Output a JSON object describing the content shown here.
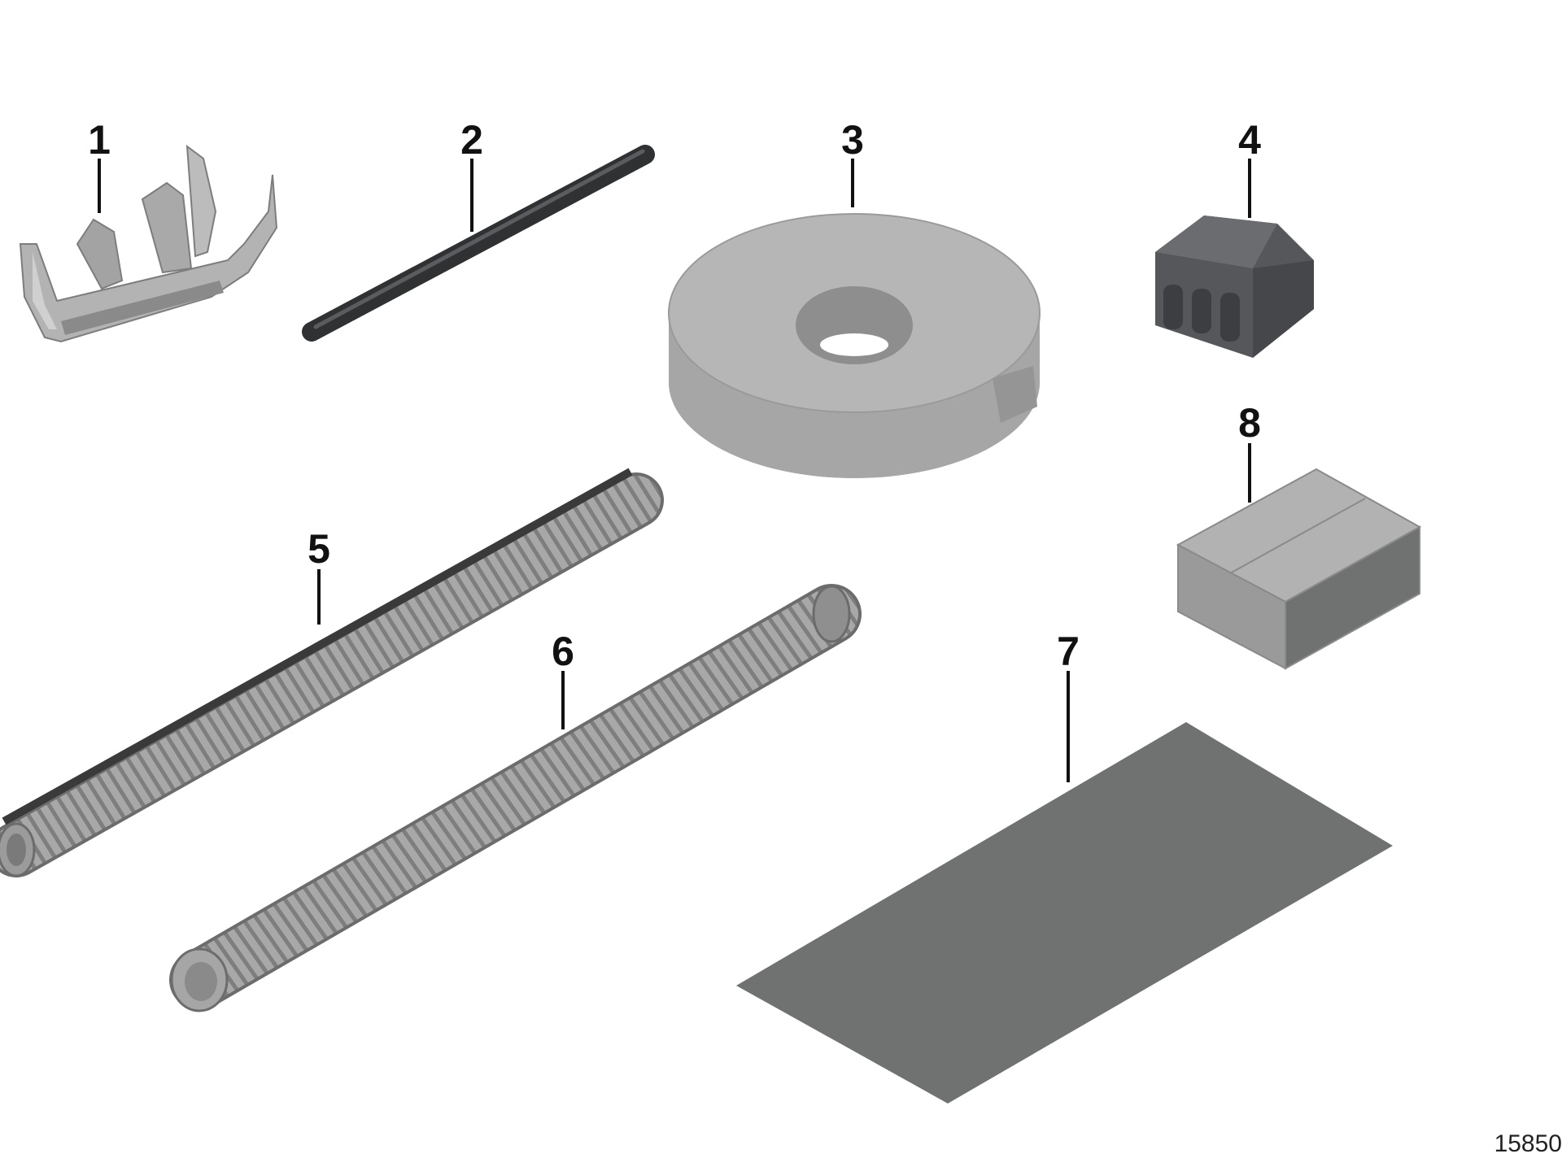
{
  "diagram": {
    "colors": {
      "background": "#ffffff",
      "part_light": "#b9b9b9",
      "part_mid": "#9a9a9a",
      "part_dark": "#6f7171",
      "part_black": "#3d3f42",
      "leader": "#111111"
    },
    "callouts": [
      {
        "id": "1",
        "label": "1",
        "part": "terminal-clip"
      },
      {
        "id": "2",
        "label": "2",
        "part": "shrink-tube"
      },
      {
        "id": "3",
        "label": "3",
        "part": "adhesive-tape-roll"
      },
      {
        "id": "4",
        "label": "4",
        "part": "connector-cap"
      },
      {
        "id": "5",
        "label": "5",
        "part": "slotted-corrugated-conduit"
      },
      {
        "id": "6",
        "label": "6",
        "part": "corrugated-conduit"
      },
      {
        "id": "7",
        "label": "7",
        "part": "insulating-mat"
      },
      {
        "id": "8",
        "label": "8",
        "part": "parts-box"
      }
    ],
    "reference_code": "15850"
  }
}
